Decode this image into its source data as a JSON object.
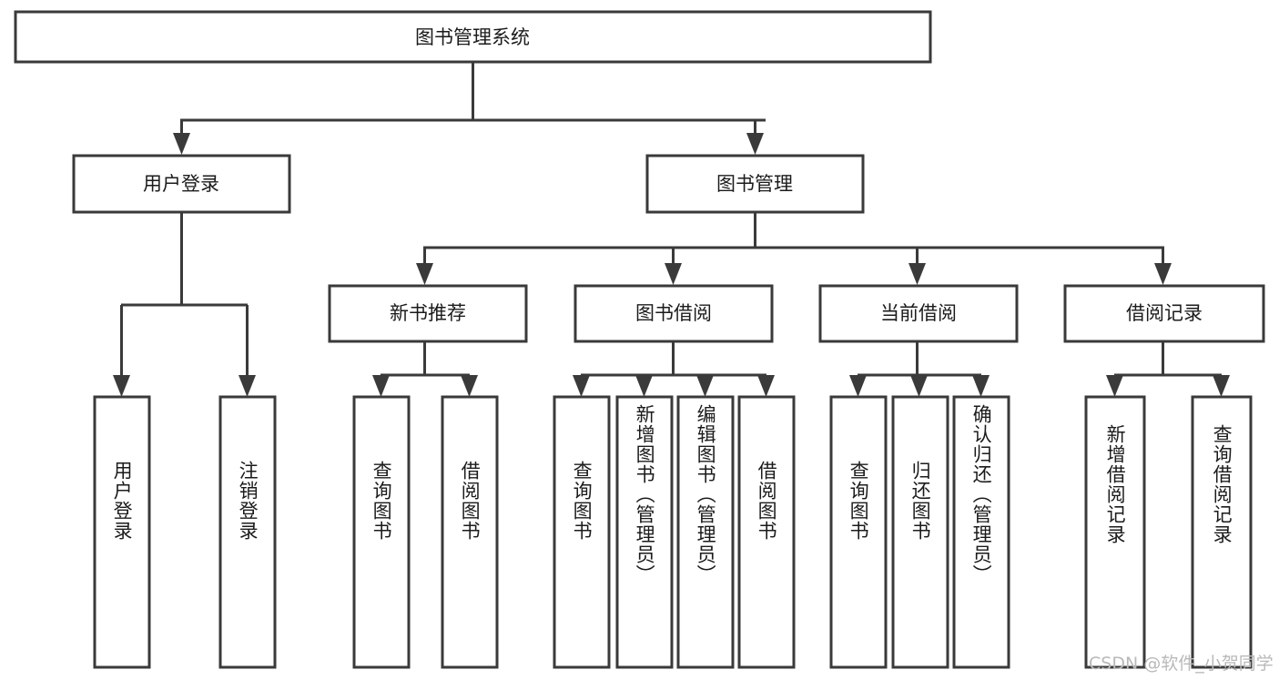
{
  "diagram": {
    "title": "图书管理系统",
    "watermark": "CSDN @软件_小贺同学",
    "colors": {
      "stroke": "#3a3a3a",
      "text": "#1b1b1b",
      "background": "#ffffff",
      "watermark": "#b9b9b9"
    },
    "levels": {
      "root": {
        "label": "图书管理系统"
      },
      "level2": [
        {
          "id": "user-login",
          "label": "用户登录"
        },
        {
          "id": "book-manage",
          "label": "图书管理"
        }
      ],
      "level3": [
        {
          "id": "new-book-recommend",
          "label": "新书推荐"
        },
        {
          "id": "book-borrow",
          "label": "图书借阅"
        },
        {
          "id": "current-borrow",
          "label": "当前借阅"
        },
        {
          "id": "borrow-record",
          "label": "借阅记录"
        }
      ],
      "leaves": [
        {
          "id": "leaf-user-login",
          "label": "用户登录",
          "parent": "user-login"
        },
        {
          "id": "leaf-logout-login",
          "label": "注销登录",
          "parent": "user-login"
        },
        {
          "id": "leaf-query-book-1",
          "label": "查询图书",
          "parent": "new-book-recommend"
        },
        {
          "id": "leaf-borrow-book-1",
          "label": "借阅图书",
          "parent": "new-book-recommend"
        },
        {
          "id": "leaf-query-book-2",
          "label": "查询图书",
          "parent": "book-borrow"
        },
        {
          "id": "leaf-add-book",
          "label": "新增图书（管理员）",
          "parent": "book-borrow"
        },
        {
          "id": "leaf-edit-book",
          "label": "编辑图书（管理员）",
          "parent": "book-borrow"
        },
        {
          "id": "leaf-borrow-book-2",
          "label": "借阅图书",
          "parent": "book-borrow"
        },
        {
          "id": "leaf-query-book-3",
          "label": "查询图书",
          "parent": "current-borrow"
        },
        {
          "id": "leaf-return-book",
          "label": "归还图书",
          "parent": "current-borrow"
        },
        {
          "id": "leaf-confirm-return",
          "label": "确认归还（管理员）",
          "parent": "current-borrow"
        },
        {
          "id": "leaf-add-record",
          "label": "新增借阅记录",
          "parent": "borrow-record"
        },
        {
          "id": "leaf-query-record",
          "label": "查询借阅记录",
          "parent": "borrow-record"
        }
      ]
    }
  }
}
